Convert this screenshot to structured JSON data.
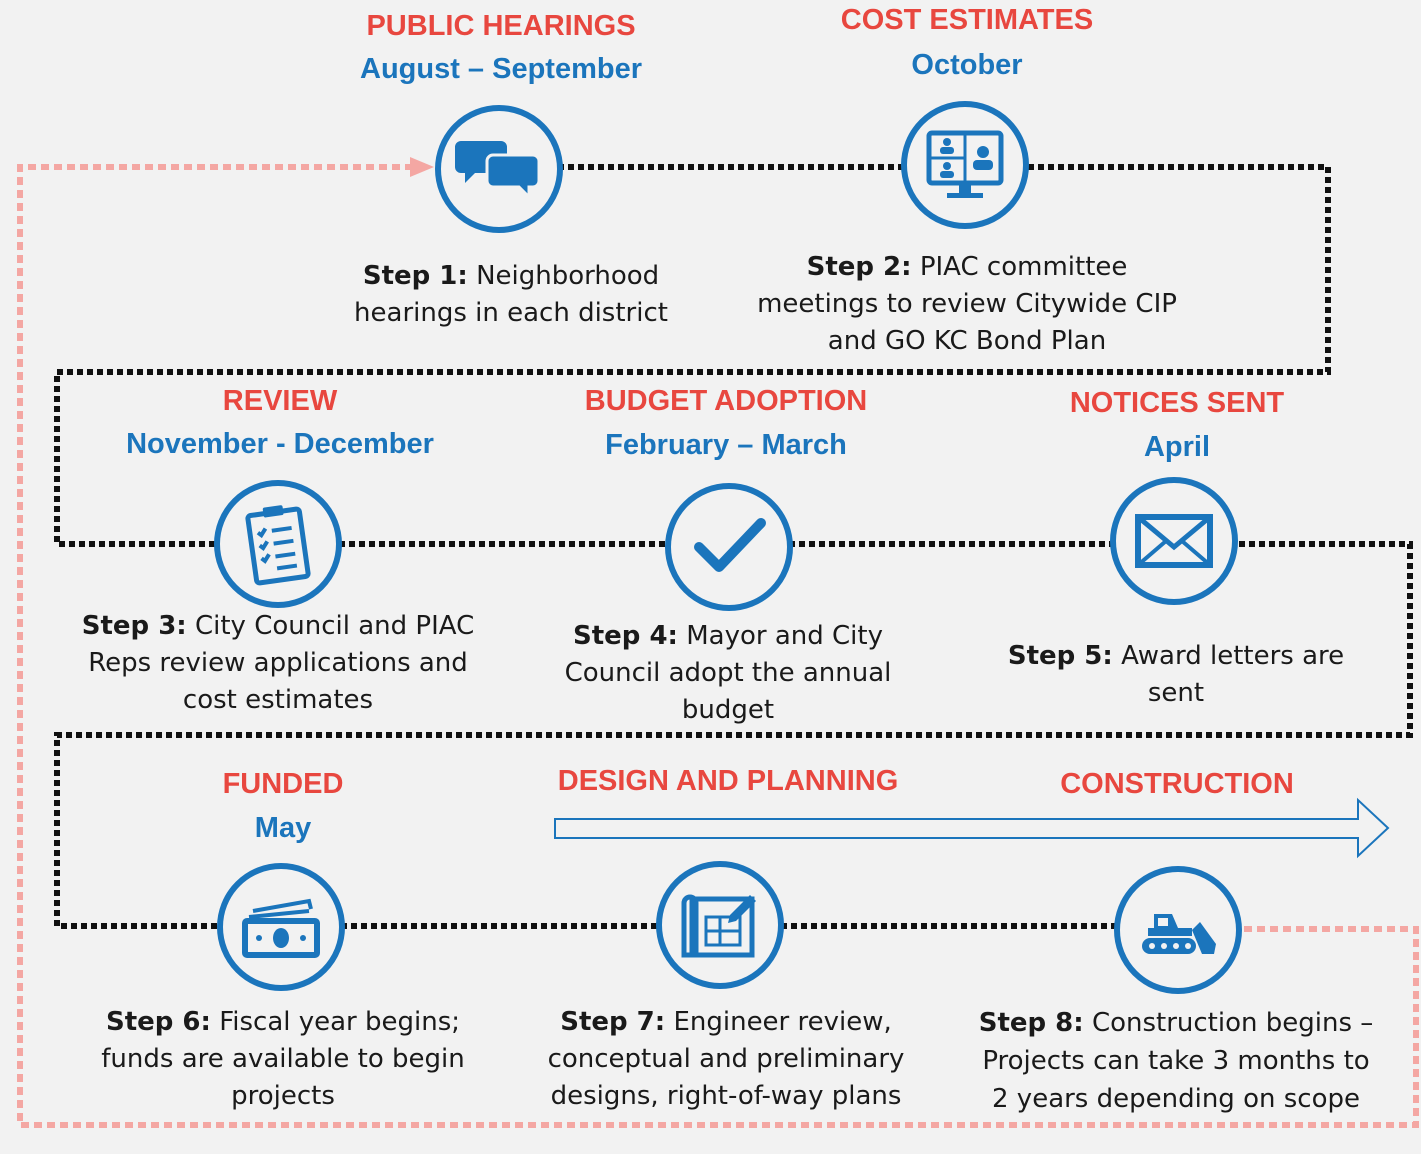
{
  "colors": {
    "accent_red": "#e8473f",
    "accent_blue": "#1b75bc",
    "loop_pink": "#f4a7a3",
    "connector": "#111111",
    "background": "#f2f2f2"
  },
  "steps": [
    {
      "stage": "PUBLIC HEARINGS",
      "period": "August – September",
      "step_label": "Step 1:",
      "text": "Neighborhood hearings in each district",
      "icon": "chat-bubbles-icon"
    },
    {
      "stage": "COST ESTIMATES",
      "period": "October",
      "step_label": "Step 2:",
      "text": "PIAC committee meetings to review Citywide CIP and GO KC Bond Plan",
      "icon": "video-meeting-icon"
    },
    {
      "stage": "REVIEW",
      "period": "November - December",
      "step_label": "Step 3:",
      "text": "City Council and PIAC Reps review applications and cost estimates",
      "icon": "clipboard-checklist-icon"
    },
    {
      "stage": "BUDGET ADOPTION",
      "period": "February – March",
      "step_label": "Step 4:",
      "text": "Mayor and City Council adopt the annual budget",
      "icon": "checkmark-icon"
    },
    {
      "stage": "NOTICES SENT",
      "period": "April",
      "step_label": "Step 5:",
      "text": "Award letters are sent",
      "icon": "envelope-icon"
    },
    {
      "stage": "FUNDED",
      "period": "May",
      "step_label": "Step 6:",
      "text": "Fiscal year begins; funds are available to begin projects",
      "icon": "money-icon"
    },
    {
      "stage": "DESIGN AND PLANNING",
      "period": "",
      "step_label": "Step 7:",
      "text": "Engineer review, conceptual and preliminary designs, right-of-way plans",
      "icon": "blueprint-icon"
    },
    {
      "stage": "CONSTRUCTION",
      "period": "",
      "step_label": "Step 8:",
      "text": "Construction begins – Projects can take 3 months to 2 years depending on scope",
      "icon": "bulldozer-icon"
    }
  ]
}
